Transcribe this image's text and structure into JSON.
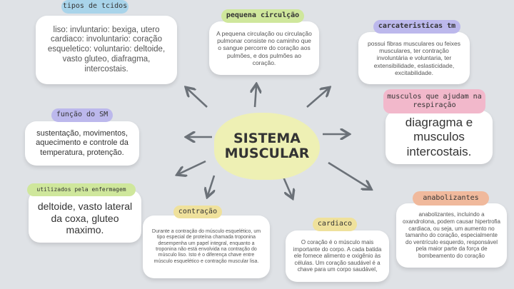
{
  "center": {
    "line1": "SISTEMA",
    "line2": "MUSCULAR"
  },
  "nodes": {
    "tipos": {
      "label": "tipos de tcidos",
      "text": "liso: invluntario: bexiga, utero cardiaco: involuntario: coração esqueletico: voluntario: deltoide, vasto gluteo, diafragma, intercostais."
    },
    "pequena": {
      "label": "pequena circulção",
      "text": "A pequena circulação ou circulação pulmonar consiste no caminho que o sangue percorre do coração aos pulmões, e dos pulmões ao coração."
    },
    "caracteristicas": {
      "label": "carcateristicas tm",
      "text": "possui fibras musculares ou feixes musculares, ter contração involuntária e voluntaria, ter extensibilidade, eslasticidade, excitabilidade."
    },
    "respiracao": {
      "label": "musculos que ajudam na respiração",
      "text": "diagragma e musculos intercostais."
    },
    "funcao": {
      "label": "função do SM",
      "text": "sustentação, movimentos, aquecimento e controle da temperatura, protenção."
    },
    "enfermagem": {
      "label": "utilizados pela enfermagem",
      "text": "deltoide, vasto lateral da coxa, gluteo maximo."
    },
    "contracao": {
      "label": "contração",
      "text": "Durante a contração do músculo esquelético, um tipo especial de proteína chamada troponina desempenha um papel integral, enquanto a troponina não está envolvida na contração do músculo liso. Isto é o diferença chave entre músculo esquelético e contração muscular lisa."
    },
    "cardiaco": {
      "label": "cardiaco",
      "text": "O coração é o músculo mais importante do corpo. A cada batida ele fornece alimento e oxigênio às células. Um coração saudável é a chave para um corpo saudável,"
    },
    "anabolizantes": {
      "label": "anabolizantes",
      "text": "anabolizantes, incluindo a oxandrolona, podem causar hipertrofia cardiaca, ou seja, um aumento no tamanho do coração, especialmente do ventrículo esquerdo, responsável pela maior parte da força de bombeamento do coração"
    }
  },
  "colors": {
    "blue": "#a9d4ea",
    "green": "#cfe79c",
    "purple": "#bcb8ec",
    "pink": "#f2b8cb",
    "yellow": "#efe19c",
    "orange": "#f0b99c",
    "center": "#eef0b4"
  }
}
